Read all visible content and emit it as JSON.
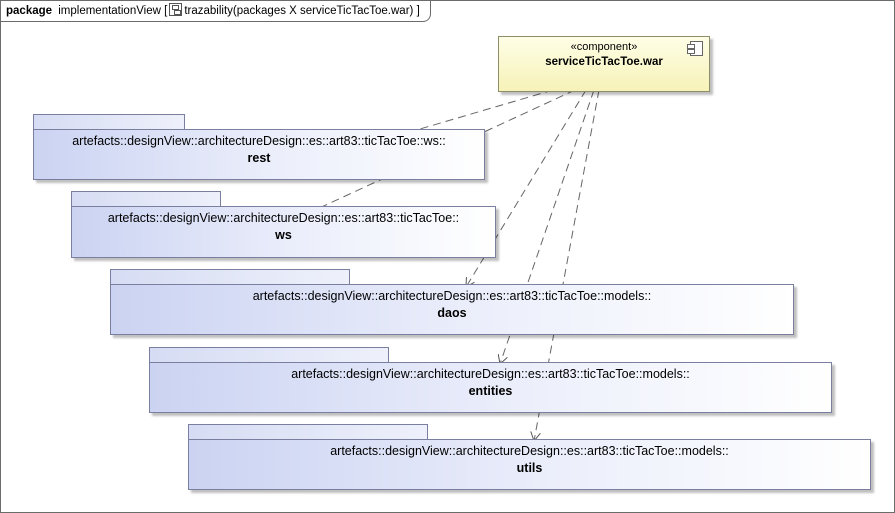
{
  "frame": {
    "keyword": "package",
    "name": "implementationView",
    "bracket_open": "[",
    "diagram_name": "trazability(packages X serviceTicTacToe.war)",
    "bracket_close": "]"
  },
  "component": {
    "stereotype": "«component»",
    "name": "serviceTicTacToe.war"
  },
  "packages": [
    {
      "qualifier": "artefacts::designView::architectureDesign::es::art83::ticTacToe::ws::",
      "name": "rest"
    },
    {
      "qualifier": "artefacts::designView::architectureDesign::es::art83::ticTacToe::",
      "name": "ws"
    },
    {
      "qualifier": "artefacts::designView::architectureDesign::es::art83::ticTacToe::models::",
      "name": "daos"
    },
    {
      "qualifier": "artefacts::designView::architectureDesign::es::art83::ticTacToe::models::",
      "name": "entities"
    },
    {
      "qualifier": "artefacts::designView::architectureDesign::es::art83::ticTacToe::models::",
      "name": "utils"
    }
  ],
  "dependencies": [
    {
      "from": "serviceTicTacToe.war",
      "to": "rest"
    },
    {
      "from": "serviceTicTacToe.war",
      "to": "ws"
    },
    {
      "from": "serviceTicTacToe.war",
      "to": "daos"
    },
    {
      "from": "serviceTicTacToe.war",
      "to": "entities"
    },
    {
      "from": "serviceTicTacToe.war",
      "to": "utils"
    }
  ]
}
